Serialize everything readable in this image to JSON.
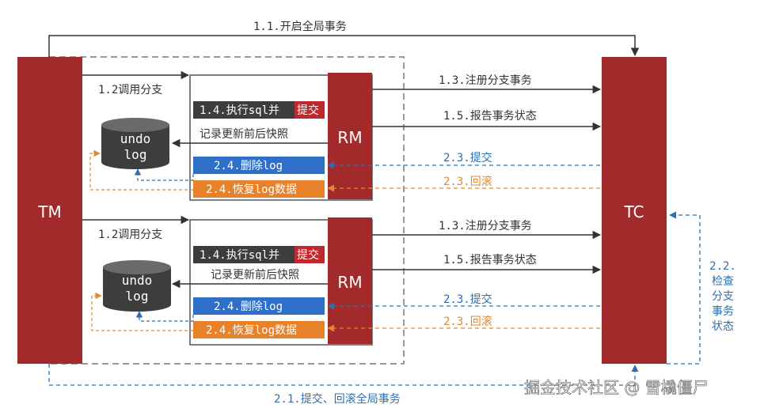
{
  "participants": {
    "tm": "TM",
    "tc": "TC",
    "rm": "RM"
  },
  "database": {
    "line1": "undo",
    "line2": "log"
  },
  "steps": {
    "begin_global": "1.1.开启全局事务",
    "call_branch": "1.2调用分支",
    "register_branch": "1.3.注册分支事务",
    "exec_prefix": "1.4.执行sql并",
    "exec_commit": "提交",
    "snapshot": "记录更新前后快照",
    "report_status": "1.5.报告事务状态",
    "delete_log": "2.4.删除log",
    "restore_log": "2.4.恢复log数据",
    "commit": "2.3.提交",
    "rollback": "2.3.回滚",
    "check_line1": "2.2.",
    "check_line2": "检查",
    "check_line3": "分支",
    "check_line4": "事务",
    "check_line5": "状态",
    "global_commit_rollback": "2.1.提交、回滚全局事务"
  },
  "watermark": "掘金技术社区 @ 雪橇僵尸",
  "colors": {
    "dark_red": "#a32a2a",
    "exec_bar": "#3d3d3d",
    "commit_red": "#c0282d",
    "delete_blue": "#2e6fc9",
    "restore_orange": "#e8822a",
    "arrow_blue": "#2e6fb0",
    "arrow_orange": "#e08a2e"
  }
}
